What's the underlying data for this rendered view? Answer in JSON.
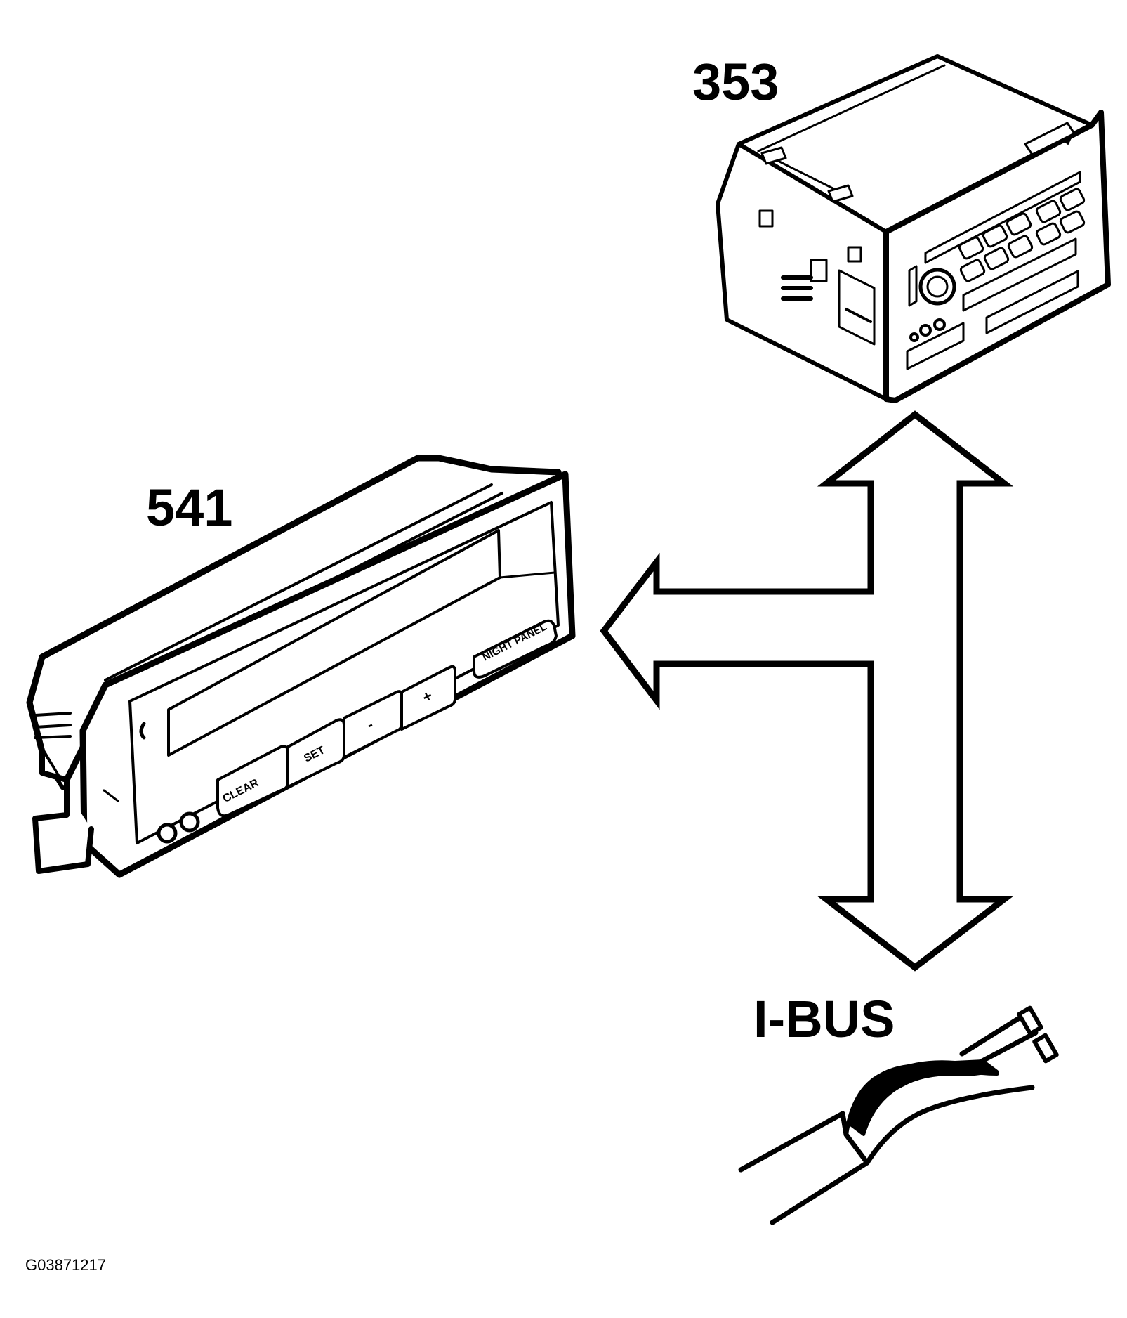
{
  "labels": {
    "radio_id": "353",
    "display_id": "541",
    "bus_name": "I-BUS",
    "figure_id": "G03871217"
  },
  "display_unit": {
    "buttons": [
      "CLEAR",
      "SET",
      "-",
      "+",
      "NIGHT PANEL"
    ]
  },
  "colors": {
    "ink": "#000000",
    "paper": "#ffffff"
  }
}
